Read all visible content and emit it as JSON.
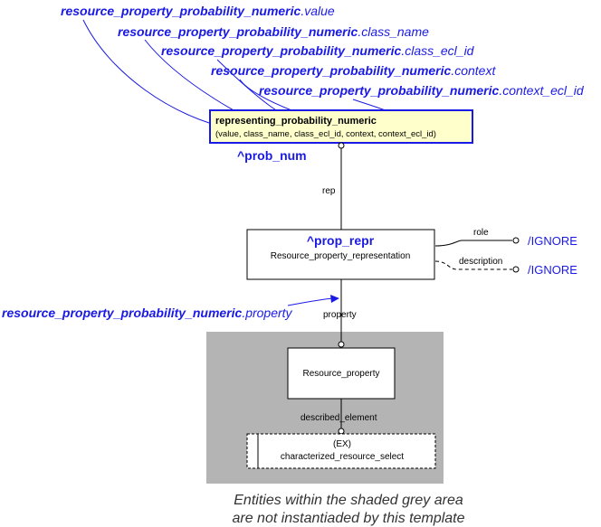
{
  "params": [
    {
      "base": "resource_property_probability_numeric",
      "attr": ".value"
    },
    {
      "base": "resource_property_probability_numeric",
      "attr": ".class_name"
    },
    {
      "base": "resource_property_probability_numeric",
      "attr": ".class_ecl_id"
    },
    {
      "base": "resource_property_probability_numeric",
      "attr": ".context"
    },
    {
      "base": "resource_property_probability_numeric",
      "attr": ".context_ecl_id"
    }
  ],
  "top_entity": {
    "title": "representing_probability_numeric",
    "attributes": "(value, class_name, class_ecl_id, context, context_ecl_id)"
  },
  "prob_num_label": "^prob_num",
  "rep_label": "rep",
  "prop_repr": {
    "ref": "^prop_repr",
    "name": "Resource_property_representation"
  },
  "role_label": "role",
  "description_label": "description",
  "ignore_1": "/IGNORE",
  "ignore_2": "/IGNORE",
  "property_param": {
    "base": "resource_property_probability_numeric",
    "attr": ".property"
  },
  "property_label": "property",
  "resource_property": {
    "name": "Resource_property"
  },
  "described_element_label": "described_element",
  "select_box": {
    "line1": "(EX)",
    "line2": "characterized_resource_select"
  },
  "caption": {
    "line1": "Entities within the shaded grey area",
    "line2": "are not instantiaded by this template"
  },
  "colors": {
    "blue": "#1a1ae6",
    "entity_fill": "#ffffcc",
    "grey_area": "#b4b4b4"
  }
}
